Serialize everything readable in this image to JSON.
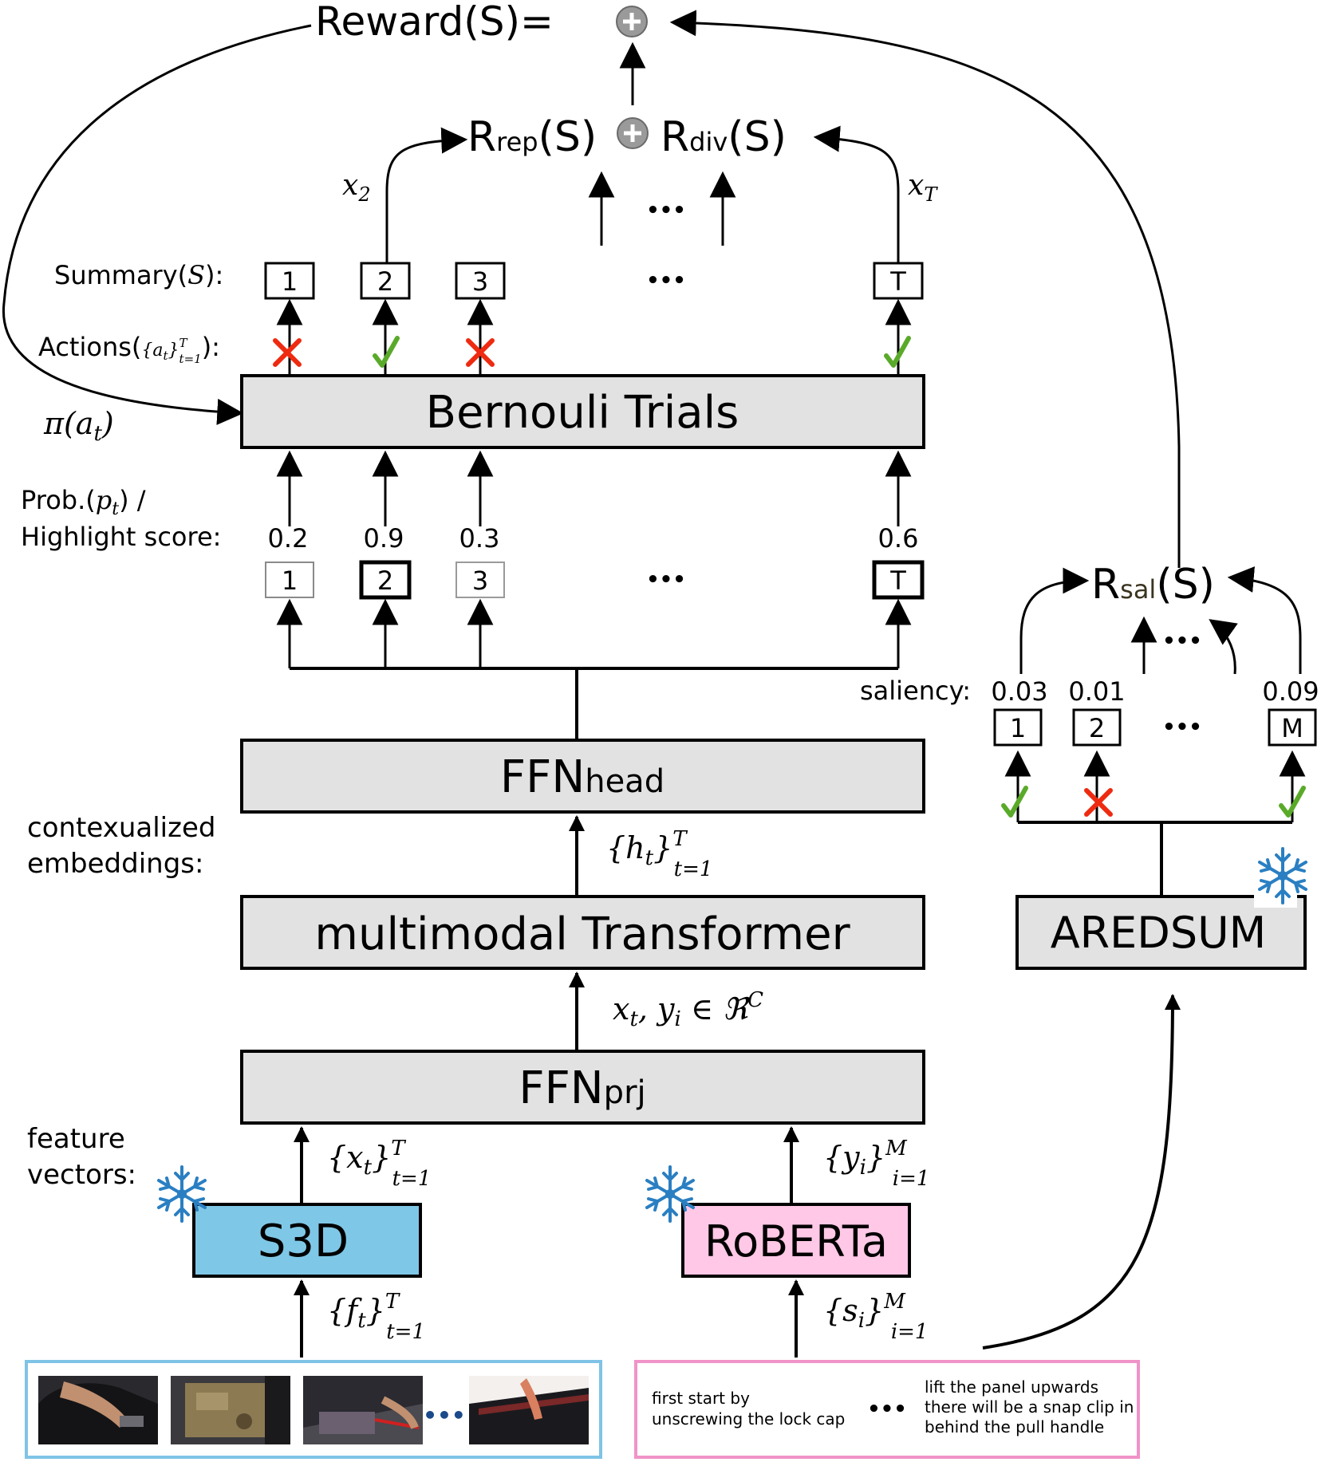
{
  "reward": {
    "label": "Reward(S)="
  },
  "rep_div": {
    "r_rep_main": "R",
    "r_rep_sub": "rep",
    "r_rep_arg": "(S)",
    "r_div_main": "R",
    "r_div_sub": "div",
    "r_div_arg": "(S)"
  },
  "sal": {
    "main": "R",
    "sub": "sal",
    "arg": "(S)"
  },
  "math": {
    "x2": "x",
    "x2_sub": "2",
    "xT": "x",
    "xT_sub": "T",
    "pi": "π(a",
    "pi_sub": "t",
    "pi_close": ")"
  },
  "labels": {
    "summary": "Summary(",
    "summary_var": "S",
    "summary_close": "):",
    "actions": "Actions(",
    "actions_close": "):",
    "prob_line1": "Prob.(",
    "prob_var": "p",
    "prob_sub": "t",
    "prob_close": ") /",
    "prob_line2": "Highlight score:",
    "ctx_line1": "contexualized",
    "ctx_line2": "embeddings:",
    "feat_line1": "feature",
    "feat_line2": "vectors:",
    "saliency": "saliency:",
    "ellipsis": "•••"
  },
  "summary_boxes": [
    "1",
    "2",
    "3",
    "T"
  ],
  "score_boxes": [
    "1",
    "2",
    "3",
    "T"
  ],
  "scores": [
    "0.2",
    "0.9",
    "0.3",
    "0.6"
  ],
  "saliency_boxes": [
    "1",
    "2",
    "M"
  ],
  "saliency_scores": [
    "0.03",
    "0.01",
    "0.09"
  ],
  "blocks": {
    "bernoulli": "Bernouli Trials",
    "ffn_head_main": "FFN",
    "ffn_head_sub": "head",
    "transformer": "multimodal Transformer",
    "ffn_prj_main": "FFN",
    "ffn_prj_sub": "prj",
    "s3d": "S3D",
    "roberta": "RoBERTa",
    "aredsum": "AREDSUM"
  },
  "edges": {
    "h": "{h",
    "h_sub": "t",
    "h_close": "}",
    "h_sup": "T",
    "h_range": "t=1",
    "xy": "x",
    "xy_sub1": "t",
    "xy_mid": ", y",
    "xy_sub2": "i",
    "xy_in": " ∈ ℜ",
    "xy_sup": "C",
    "x": "{x",
    "x_sub": "t",
    "x_close": "}",
    "x_sup": "T",
    "x_range": "t=1",
    "y": "{y",
    "y_sub": "i",
    "y_close": "}",
    "y_sup": "M",
    "y_range": "i=1",
    "f": "{f",
    "f_sub": "t",
    "f_close": "}",
    "f_sup": "T",
    "f_range": "t=1",
    "s": "{s",
    "s_sub": "i",
    "s_close": "}",
    "s_sup": "M",
    "s_range": "i=1",
    "a": "{a",
    "a_sub": "t",
    "a_close": "}",
    "a_sup": "T",
    "a_range": "t=1"
  },
  "transcript": {
    "left_line1": "first start by",
    "left_line2": "unscrewing the lock cap",
    "right_line1": "lift the panel upwards",
    "right_line2": "there will be a snap clip in",
    "right_line3": "behind the pull handle"
  },
  "colors": {
    "block_fill": "#e2e2e2",
    "s3d_fill": "#7fc7e6",
    "roberta_fill": "#ffc8e6",
    "video_border": "#7fc3e6",
    "text_border": "#f093c8",
    "check": "#5aaa2a",
    "cross": "#ee2a10",
    "snowflake": "#2a7fc2"
  }
}
